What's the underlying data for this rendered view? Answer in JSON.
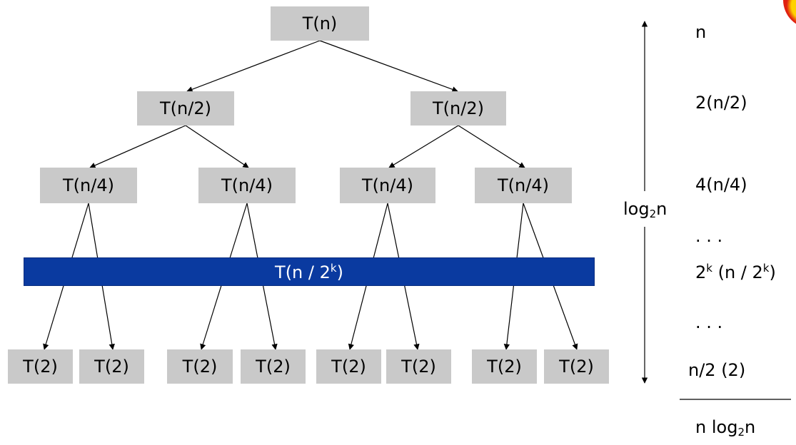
{
  "tree": {
    "root": "T(n)",
    "level1": [
      "T(n/2)",
      "T(n/2)"
    ],
    "level2": [
      "T(n/4)",
      "T(n/4)",
      "T(n/4)",
      "T(n/4)"
    ],
    "band": {
      "pre": "T(n / 2",
      "sup": "k",
      "post": ")"
    },
    "leaves": [
      "T(2)",
      "T(2)",
      "T(2)",
      "T(2)",
      "T(2)",
      "T(2)",
      "T(2)",
      "T(2)"
    ]
  },
  "height_label": {
    "pre": "log",
    "sub": "2",
    "post": "n"
  },
  "level_costs": {
    "c0": "n",
    "c1": "2(n/2)",
    "c2": "4(n/4)",
    "dots1": ". . .",
    "ck": {
      "a": "2",
      "a_sup": "k",
      "b": " (n / 2",
      "b_sup": "k",
      "c": ")"
    },
    "dots2": ". . .",
    "c_last": "n/2 (2)"
  },
  "total": {
    "pre": "n log",
    "sub": "2",
    "post": "n"
  },
  "colors": {
    "node": "#c9c9c9",
    "band": "#0a3aa0",
    "band_text": "#ffffff"
  }
}
